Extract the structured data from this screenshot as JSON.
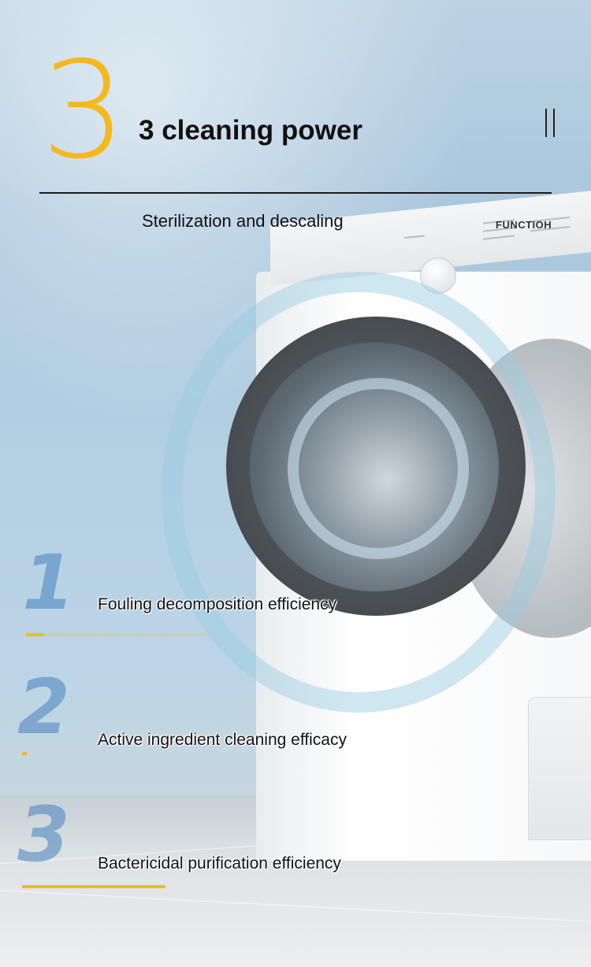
{
  "header": {
    "number": "3",
    "title": "3 cleaning power",
    "subtitle": "Sterilization and descaling",
    "brand": "FUNCTIOH"
  },
  "steps": [
    {
      "number": "1",
      "label": "Fouling decomposition efficiency",
      "progress": 0.1
    },
    {
      "number": "2",
      "label": "Active ingredient cleaning efficacy",
      "progress": 0.02
    },
    {
      "number": "3",
      "label": "Bactericidal purification efficiency",
      "progress": 0.7
    }
  ],
  "colors": {
    "accent": "#f6b81c",
    "step_number": "#4682be",
    "text": "#111111"
  }
}
